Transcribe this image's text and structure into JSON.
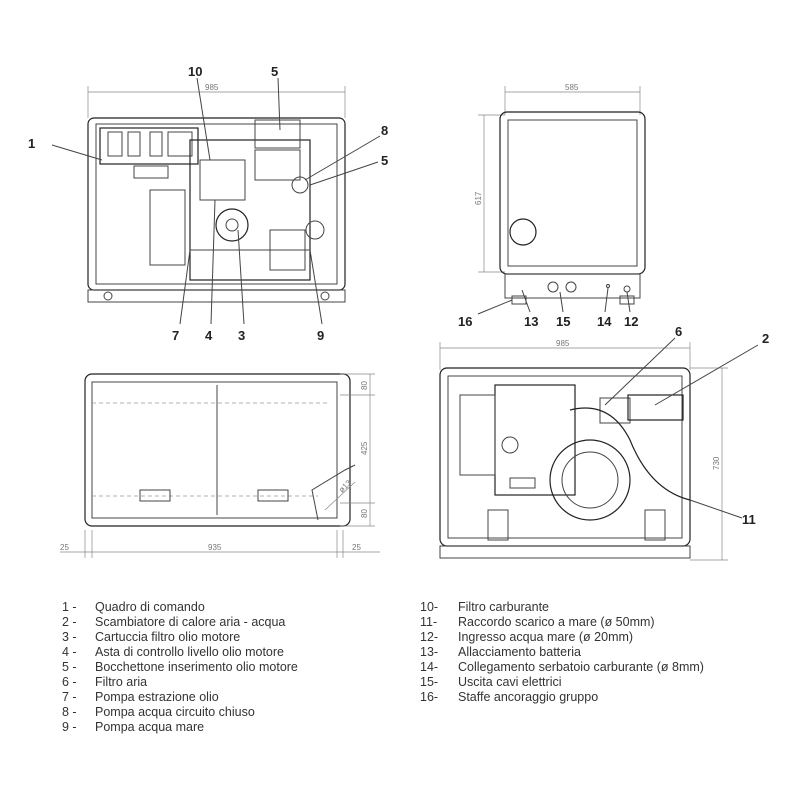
{
  "views": {
    "front": {
      "dimensions": {
        "width": "985"
      },
      "callouts": [
        "1",
        "10",
        "5",
        "8",
        "5",
        "7",
        "4",
        "3",
        "9"
      ]
    },
    "side": {
      "dimensions": {
        "width": "585",
        "height": "617"
      },
      "callouts": [
        "16",
        "13",
        "15",
        "14",
        "12"
      ]
    },
    "top": {
      "dimensions": {
        "top": "80",
        "middle": "425",
        "bottom": "80",
        "left": "25",
        "width": "935",
        "right": "25",
        "hole": "ø13"
      }
    },
    "rear": {
      "dimensions": {
        "width": "985",
        "height": "730"
      },
      "callouts": [
        "6",
        "2",
        "11"
      ]
    }
  },
  "legend": {
    "left": [
      {
        "num": "1 -",
        "text": "Quadro di comando"
      },
      {
        "num": "2 -",
        "text": "Scambiatore di calore aria - acqua"
      },
      {
        "num": "3 -",
        "text": "Cartuccia filtro olio motore"
      },
      {
        "num": "4 -",
        "text": "Asta di controllo livello olio motore"
      },
      {
        "num": "5 -",
        "text": "Bocchettone inserimento olio motore"
      },
      {
        "num": "6 -",
        "text": "Filtro aria"
      },
      {
        "num": "7 -",
        "text": "Pompa estrazione olio"
      },
      {
        "num": "8 -",
        "text": "Pompa acqua circuito chiuso"
      },
      {
        "num": "9 -",
        "text": "Pompa acqua mare"
      }
    ],
    "right": [
      {
        "num": "10-",
        "text": "Filtro carburante"
      },
      {
        "num": "11-",
        "text": "Raccordo scarico a mare (ø 50mm)"
      },
      {
        "num": "12-",
        "text": "Ingresso acqua mare (ø 20mm)"
      },
      {
        "num": "13-",
        "text": "Allacciamento batteria"
      },
      {
        "num": "14-",
        "text": "Collegamento serbatoio carburante (ø 8mm)"
      },
      {
        "num": "15-",
        "text": "Uscita cavi elettrici"
      },
      {
        "num": "16-",
        "text": "Staffe ancoraggio gruppo"
      }
    ]
  }
}
